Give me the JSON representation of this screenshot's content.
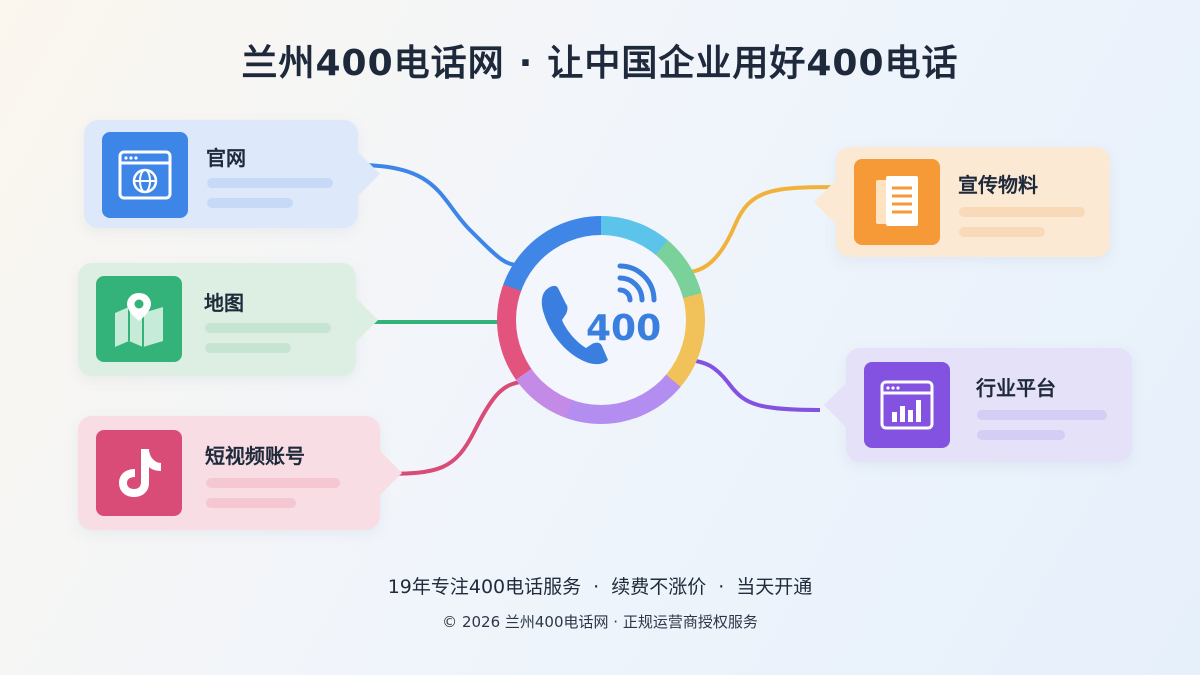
{
  "title": {
    "main": "兰州400电话网",
    "separator": "·",
    "slogan": "让中国企业用好400电话"
  },
  "hub": {
    "number": "400",
    "icon": "phone-signal-icon"
  },
  "channels": [
    {
      "label": "官网",
      "icon": "browser-globe-icon",
      "color": "#3d86e8"
    },
    {
      "label": "地图",
      "icon": "map-pin-icon",
      "color": "#33b37a"
    },
    {
      "label": "短视频账号",
      "icon": "tiktok-note-icon",
      "color": "#d94c77"
    },
    {
      "label": "宣传物料",
      "icon": "document-stack-icon",
      "color": "#f59a37"
    },
    {
      "label": "行业平台",
      "icon": "browser-chart-icon",
      "color": "#8352e0"
    }
  ],
  "footer": {
    "features": [
      "19年专注400电话服务",
      "续费不涨价",
      "当天开通"
    ],
    "separator": "·",
    "copyright": "© 2026 兰州400电话网 · 正规运营商授权服务"
  }
}
